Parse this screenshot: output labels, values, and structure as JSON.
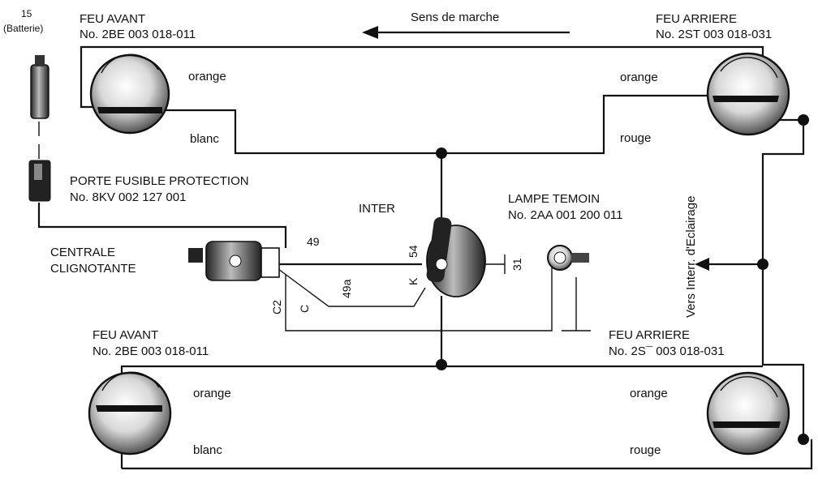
{
  "battery": {
    "label_num": "15",
    "label_name": "(Batterie)"
  },
  "direction": {
    "label": "Sens de marche"
  },
  "front_top": {
    "title": "FEU AVANT",
    "ref": "No. 2BE 003 018-011",
    "wire1": "orange",
    "wire2": "blanc"
  },
  "rear_top": {
    "title": "FEU ARRIERE",
    "ref": "No. 2ST 003 018-031",
    "wire1": "orange",
    "wire2": "rouge"
  },
  "fuse": {
    "title": "PORTE FUSIBLE PROTECTION",
    "ref": "No. 8KV 002 127 001"
  },
  "switch": {
    "title": "INTER",
    "t54": "54",
    "tK": "K",
    "t31": "31"
  },
  "lamp": {
    "title": "LAMPE TEMOIN",
    "ref": "No. 2AA 001 200 011"
  },
  "flasher": {
    "line1": "CENTRALE",
    "line2": "CLIGNOTANTE",
    "t49": "49",
    "t49a": "49a",
    "tC": "C",
    "tC2": "C2"
  },
  "lighting": {
    "label": "Vers Interr. d'Eclairage"
  },
  "front_bottom": {
    "title": "FEU AVANT",
    "ref": "No. 2BE 003 018-011",
    "wire1": "orange",
    "wire2": "blanc"
  },
  "rear_bottom": {
    "title": "FEU ARRIERE",
    "ref": "No. 2S¯ 003 018-031",
    "wire1": "orange",
    "wire2": "rouge"
  }
}
